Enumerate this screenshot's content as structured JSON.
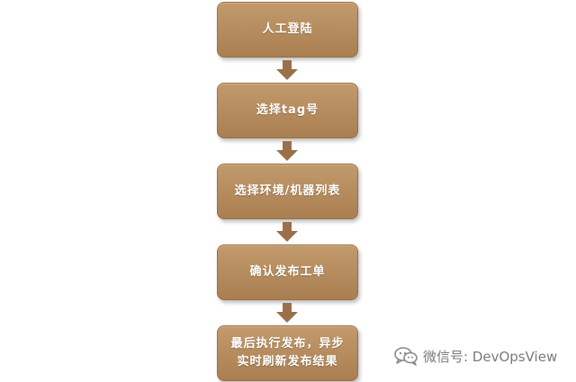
{
  "steps": [
    "人工登陆",
    "选择tag号",
    "选择环境/机器列表",
    "确认发布工单",
    "最后执行发布，异步\n实时刷新发布结果"
  ],
  "watermark": {
    "text": "微信号: DevOpsView",
    "icon": "wechat-icon"
  },
  "colors": {
    "box_fill": "#b38a5d",
    "box_border": "#9a6f45",
    "arrow": "#9b7048",
    "watermark_text": "#7a7a7a"
  }
}
